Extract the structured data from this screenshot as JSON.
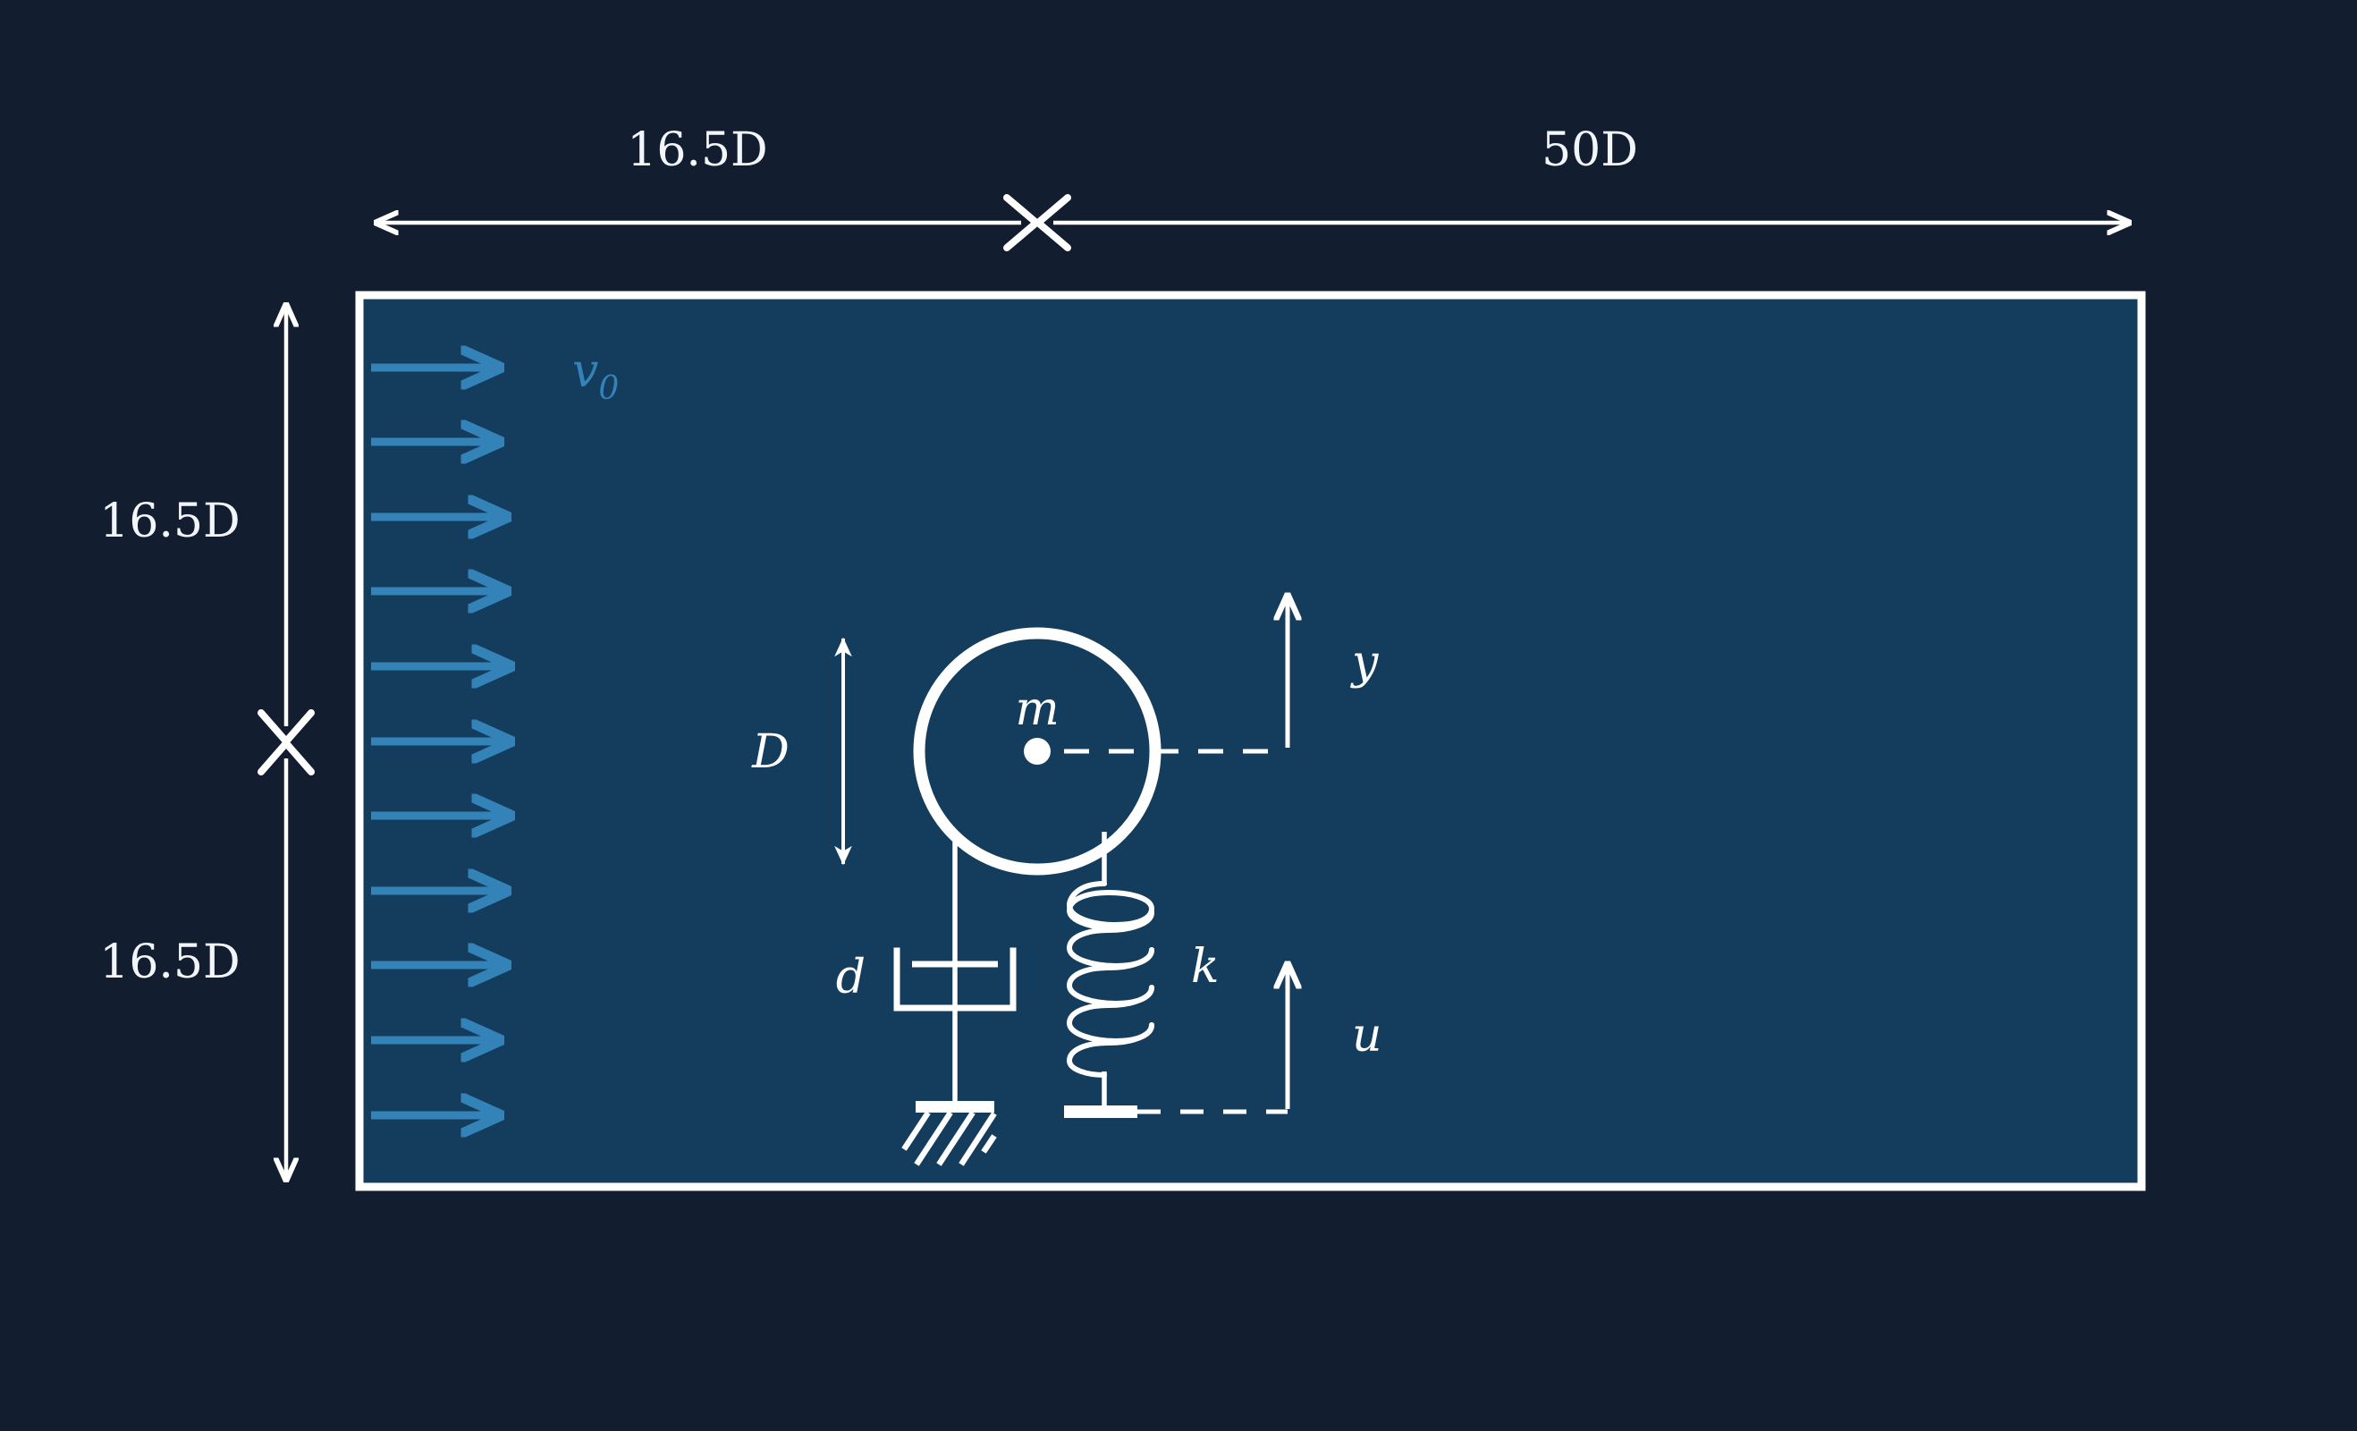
{
  "figure": {
    "background_color": "#131d30",
    "domain_fill_color": "#143c5c",
    "line_color": "#ffffff",
    "flow_color": "#3383b8"
  },
  "dimensions": {
    "top_left_label": "16.5D",
    "top_right_label": "50D",
    "left_upper_label": "16.5D",
    "left_lower_label": "16.5D",
    "cylinder_diameter_label": "D"
  },
  "flow": {
    "velocity_label": "v₀",
    "velocity_symbol": "v",
    "velocity_subscript": "0",
    "arrow_count": 11
  },
  "structure": {
    "mass_label": "m",
    "damper_label": "d",
    "spring_label": "k",
    "cylinder_displacement_label": "y",
    "base_displacement_label": "u"
  },
  "chart_data": {
    "type": "diagram",
    "title": "Flow past an elastically mounted circular cylinder",
    "annotations": [
      {
        "name": "inlet-to-cylinder-distance",
        "text": "16.5D",
        "axis": "horizontal"
      },
      {
        "name": "cylinder-to-outlet-distance",
        "text": "50D",
        "axis": "horizontal"
      },
      {
        "name": "upper-half-height",
        "text": "16.5D",
        "axis": "vertical"
      },
      {
        "name": "lower-half-height",
        "text": "16.5D",
        "axis": "vertical"
      },
      {
        "name": "cylinder-diameter",
        "text": "D",
        "axis": "vertical"
      },
      {
        "name": "freestream-velocity",
        "text": "v₀"
      },
      {
        "name": "mass",
        "text": "m"
      },
      {
        "name": "damping",
        "text": "d"
      },
      {
        "name": "stiffness",
        "text": "k"
      },
      {
        "name": "cylinder-displacement",
        "text": "y"
      },
      {
        "name": "base-excitation",
        "text": "u"
      }
    ]
  }
}
